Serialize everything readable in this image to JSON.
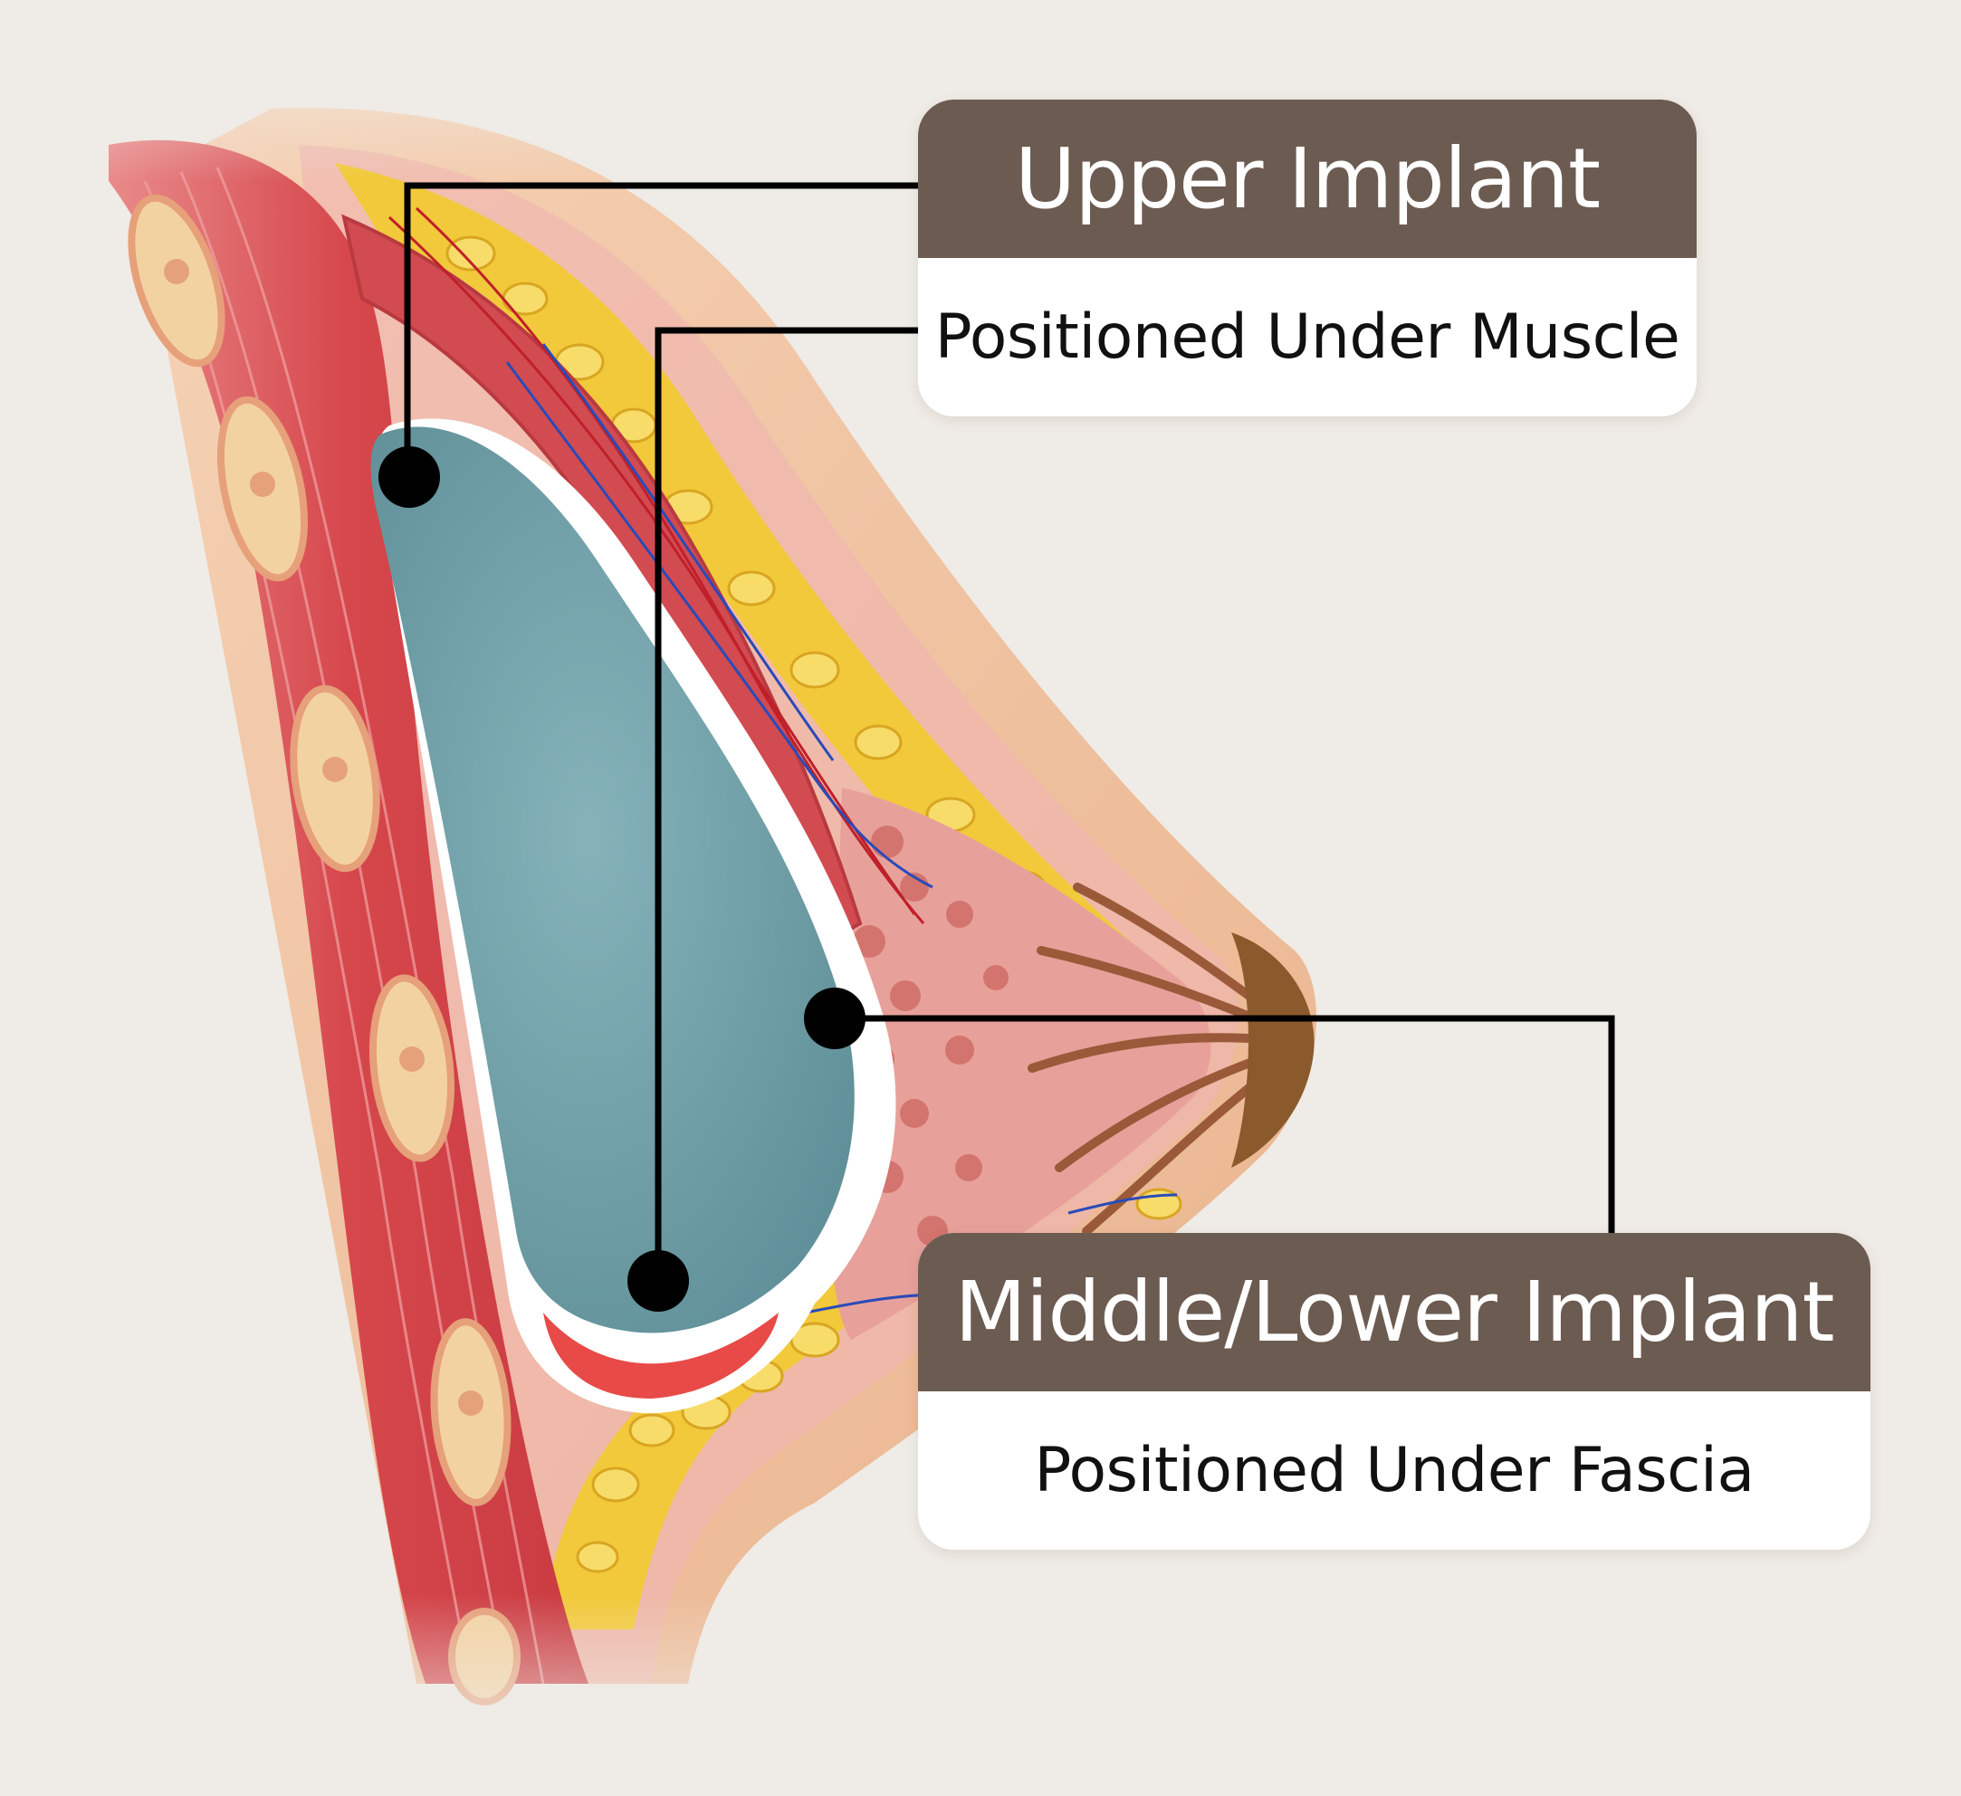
{
  "callouts": {
    "upper": {
      "title": "Upper Implant",
      "subtitle": "Positioned Under Muscle"
    },
    "lower": {
      "title": "Middle/Lower Implant",
      "subtitle": "Positioned Under Fascia"
    }
  },
  "colors": {
    "background": "#efebe6",
    "callout_header": "#6c5b51",
    "callout_body": "#ffffff",
    "implant": "#6f9ea6",
    "muscle": "#d8555a",
    "fat": "#f2c93a",
    "skin": "#f2c7a6",
    "gland": "#c9645e",
    "leader_line": "#000000"
  }
}
